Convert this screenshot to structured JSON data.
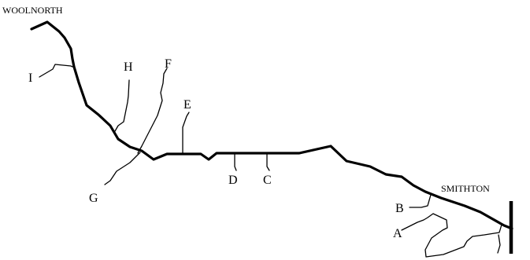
{
  "places": {
    "north_end": "WOOLNORTH",
    "south_end": "SMITHTON"
  },
  "branch_labels": [
    "A",
    "B",
    "C",
    "D",
    "E",
    "F",
    "G",
    "H",
    "I"
  ]
}
